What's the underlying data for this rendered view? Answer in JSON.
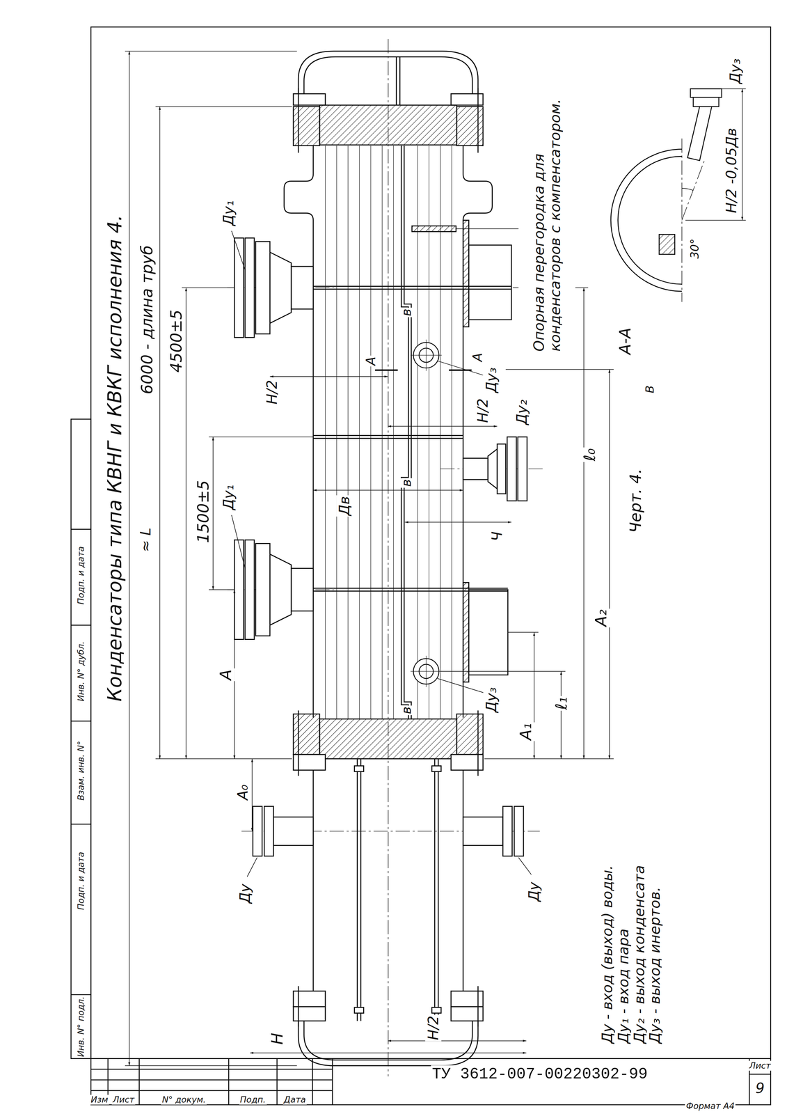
{
  "diagram": {
    "title": "Конденсаторы типа КВНГ и КВКГ исполнения 4.",
    "labels": [
      "≈ L",
      "6000 - длина труб",
      "4500±5",
      "1500±5",
      "А",
      "А₀",
      "Ду₁",
      "Ду₁",
      "Ду",
      "Ду",
      "Ду₂",
      "Ду₃",
      "Ду₃",
      "А",
      "А",
      "Н/2",
      "Н/2",
      "в",
      "в",
      "в",
      "Дв",
      "ℓ₀",
      "Ч",
      "А₂",
      "ℓ₁",
      "А₁",
      "Н/2",
      "Н",
      "Опорная перегородка для конденсаторов с компенсатором.",
      "А-А",
      "Ду₃",
      "30°",
      "Н/2 -0,05Дв",
      "В",
      "Черт. 4.",
      "Ду - вход (выход) воды.",
      "Ду₁ - вход пара",
      "Ду₂ - выход конденсата",
      "Ду₃ - выход инертов.",
      "Изм",
      "Лист",
      "N° докум.",
      "Подп.",
      "Дата",
      "ТУ 3612-007-00220302-99",
      "Лист",
      "9",
      "Формат А4",
      "Инв. N° подл.",
      "Подп. и дата",
      "Взам. инв. N°",
      "Инв. N° дубл.",
      "Подп. и дата"
    ]
  }
}
